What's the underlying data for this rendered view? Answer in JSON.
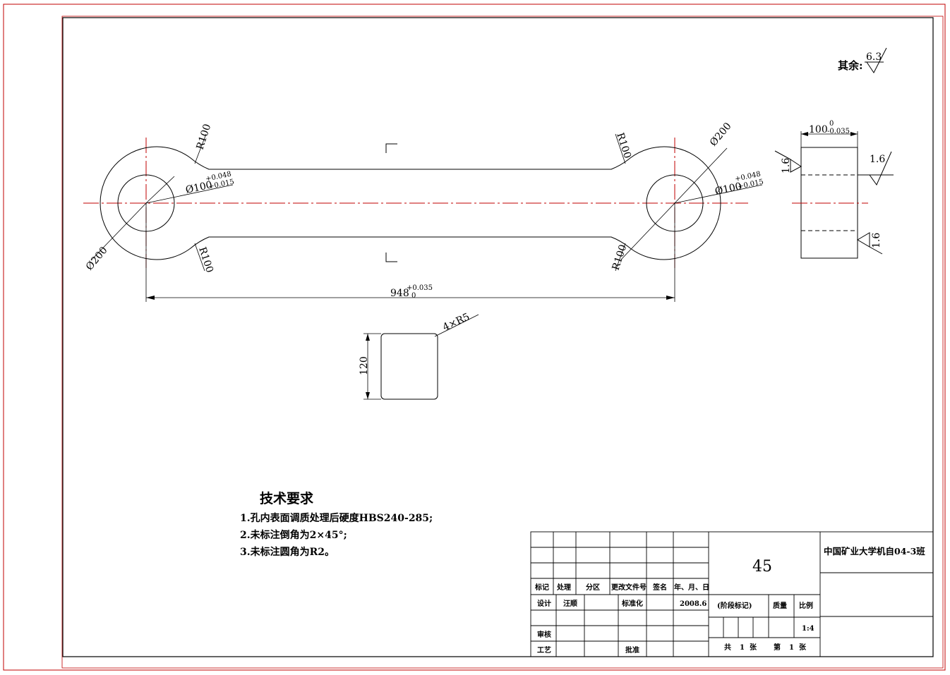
{
  "surface_finish_rest": {
    "label": "其余:",
    "value": "6.3"
  },
  "front_view": {
    "radius_labels": [
      "R100",
      "R100",
      "R100",
      "R100"
    ],
    "bore_left": {
      "nominal": "Ø100",
      "upper": "+0.048",
      "lower": "+0.015"
    },
    "bore_right": {
      "nominal": "Ø100",
      "upper": "+0.048",
      "lower": "+0.015"
    },
    "boss_left": "Ø200",
    "boss_right": "Ø200",
    "center_distance": {
      "nominal": "948",
      "upper": "+0.035",
      "lower": "0"
    }
  },
  "side_view": {
    "width": {
      "nominal": "100",
      "upper": "0",
      "lower": "-0.035"
    },
    "roughness_left": "1.6",
    "roughness_right": "1.6",
    "roughness_bottom": "1.6"
  },
  "section_view": {
    "height": "120",
    "fillet": "4×R5"
  },
  "tech_requirements": {
    "title": "技术要求",
    "items": [
      "1.孔内表面调质处理后硬度HBS240-285;",
      "2.未标注倒角为2×45°;",
      "3.未标注圆角为R2。"
    ]
  },
  "title_block": {
    "headers": [
      "标记",
      "处理",
      "分区",
      "更改文件号",
      "签名",
      "年、月、日"
    ],
    "design": {
      "label": "设计",
      "name": "汪顺",
      "std_label": "标准化",
      "date": "2008.6"
    },
    "review_label": "审核",
    "process_label": "工艺",
    "approve_label": "批准",
    "material": "45",
    "stage_label": "(阶段标记)",
    "mass_label": "质量",
    "scale_label": "比例",
    "scale_value": "1:4",
    "sheets": {
      "total_pre": "共",
      "total": "1",
      "total_post": "张",
      "current_pre": "第",
      "current": "1",
      "current_post": "张"
    },
    "school": "中国矿业大学机自04-3班"
  },
  "colors": {
    "border_red": "#c00000",
    "centerline": "#c00000",
    "line": "#000000"
  }
}
